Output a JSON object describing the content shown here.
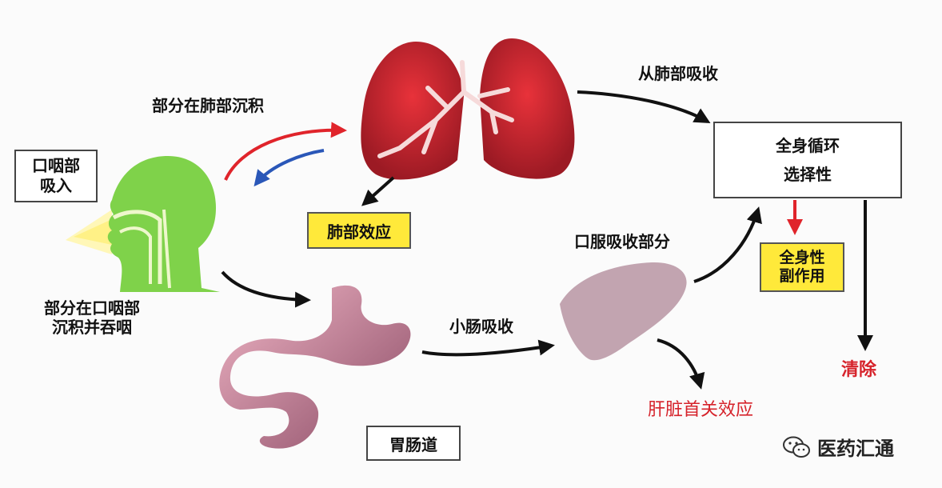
{
  "labels": {
    "oropharynx_inhalation": [
      "口咽部",
      "吸入"
    ],
    "lung_deposition": "部分在肺部沉积",
    "lung_absorption": "从肺部吸收",
    "lung_effect": "肺部效应",
    "systemic_circulation": "全身循环",
    "selectivity": "选择性",
    "systemic_side_effects": [
      "全身性",
      "副作用"
    ],
    "oral_absorbed_part": "口服吸收部分",
    "oropharynx_deposit_swallow": [
      "部分在口咽部",
      "沉积并吞咽"
    ],
    "small_intestine_absorption": "小肠吸收",
    "gi_tract": "胃肠道",
    "hepatic_first_pass": "肝脏首关效应",
    "clearance": "清除"
  },
  "watermark": {
    "text": "医药汇通",
    "icon": "wechat-icon"
  },
  "colors": {
    "head": "#7fd24a",
    "lungs": "#b81e2a",
    "stomach": "#c98aa6",
    "liver": "#c2a4b0",
    "highlight_box": "#ffe93a",
    "red_text": "#d6232b",
    "red_arrow": "#e0242b",
    "blue_arrow": "#2a57b8",
    "black_arrow": "#111111"
  }
}
